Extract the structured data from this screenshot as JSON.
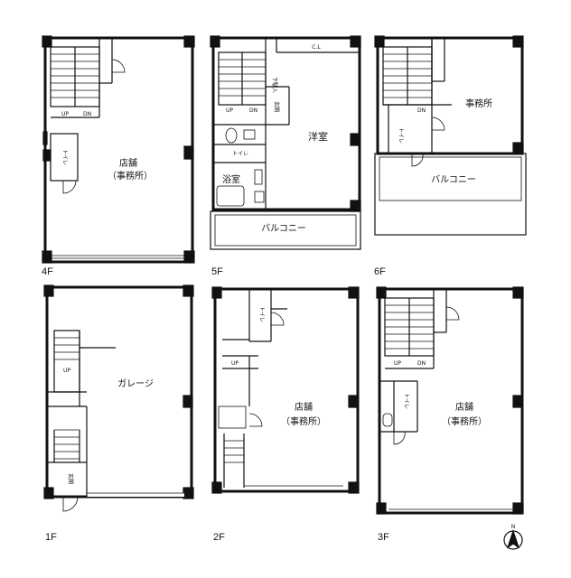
{
  "floors": [
    {
      "id": "4F",
      "label": "4F",
      "rooms": [
        "店舗",
        "（事務所）",
        "トイレ",
        "UP",
        "DN"
      ]
    },
    {
      "id": "5F",
      "label": "5F",
      "rooms": [
        "洋室",
        "C.L",
        "玄関",
        "浴室",
        "バルコニー",
        "トイレ",
        "UP",
        "DN",
        "下駄入"
      ]
    },
    {
      "id": "6F",
      "label": "6F",
      "rooms": [
        "事務所",
        "バルコニー",
        "トイレ",
        "DN"
      ]
    },
    {
      "id": "1F",
      "label": "1F",
      "rooms": [
        "ガレージ",
        "玄関",
        "UP"
      ]
    },
    {
      "id": "2F",
      "label": "2F",
      "rooms": [
        "店舗",
        "（事務所）",
        "トイレ",
        "UP"
      ]
    },
    {
      "id": "3F",
      "label": "3F",
      "rooms": [
        "店舗",
        "（事務所）",
        "トイレ",
        "UP",
        "DN"
      ]
    }
  ],
  "compass": {
    "label": "N"
  }
}
